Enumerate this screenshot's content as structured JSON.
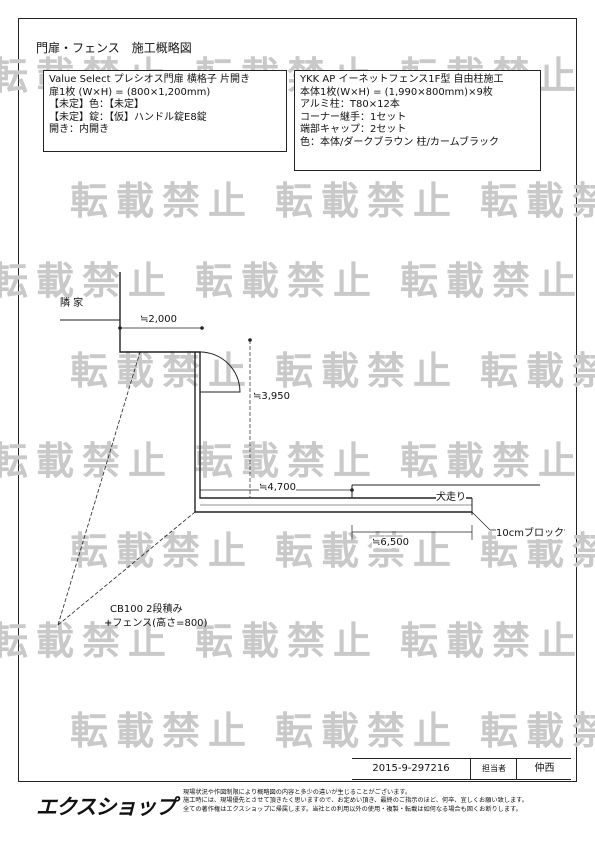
{
  "title": "門扉・フェンス　施工概略図",
  "spec_left": {
    "lines": [
      "Value Select プレシオス門扉 横格子 片開き",
      "扉1枚 (W×H) = (800×1,200mm)",
      "【未定】色：【未定】",
      "【未定】錠：【仮】ハンドル錠E8錠",
      "開き：内開き"
    ]
  },
  "spec_right": {
    "lines": [
      "YKK AP イーネットフェンス1F型 自由柱施工",
      "本体1枚(W×H) = (1,990×800mm)×9枚",
      "アルミ柱：T80×12本",
      "コーナー継手：1セット",
      "端部キャップ：2セット",
      "色：本体/ダークブラウン 柱/カームブラック"
    ]
  },
  "watermark": "転載禁止",
  "plan": {
    "neighbor": "隣 家",
    "dim_2000": "≒2,000",
    "dim_3950": "≒3,950",
    "dim_4700": "≒4,700",
    "dim_6500": "≒6,500",
    "dog_run": "犬走り",
    "block": "10cmブロック",
    "cb_line1": "CB100 2段積み",
    "cb_line2": "+フェンス(高さ=800)"
  },
  "footer": {
    "doc_id": "2015-9-297216",
    "staff_label": "担当者",
    "staff_name": "仲西",
    "logo": "エクスショップ",
    "notes": [
      "現場状況や作図制限により概略図の内容と多少の違いが生じることがございます。",
      "施工時には、現場優先とさせて頂きたく思いますので、お定めい頂き、最終のご指示のほど、何卒、宜しくお願い致します。",
      "全ての著作権はエクスショップに帰属します。当社との利用以外の使用・複製・転載は如何なる場合も固くお断りします。"
    ]
  }
}
